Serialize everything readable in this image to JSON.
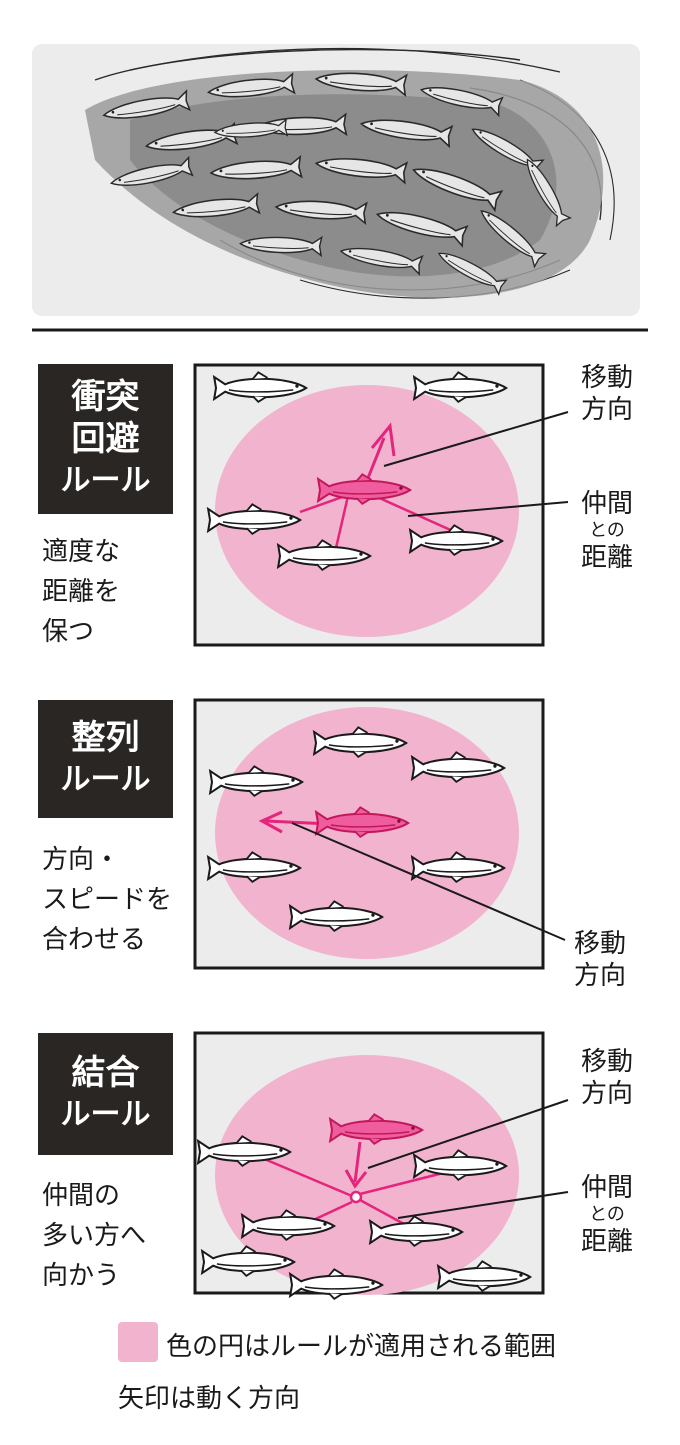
{
  "rules": [
    {
      "title_lines": [
        "衝突",
        "回避",
        "ルール"
      ],
      "caption_lines": [
        "適度な",
        "距離を",
        "保つ"
      ],
      "annotations": {
        "move_direction": [
          "移動",
          "方向"
        ],
        "distance_main": "仲間",
        "distance_small": "との",
        "distance_last": "距離"
      }
    },
    {
      "title_lines": [
        "整列",
        "ルール"
      ],
      "caption_lines": [
        "方向・",
        "スピードを",
        "合わせる"
      ],
      "annotations": {
        "move_direction": [
          "移動",
          "方向"
        ]
      }
    },
    {
      "title_lines": [
        "結合",
        "ルール"
      ],
      "caption_lines": [
        "仲間の",
        "多い方へ",
        "向かう"
      ],
      "annotations": {
        "move_direction": [
          "移動",
          "方向"
        ],
        "distance_main": "仲間",
        "distance_small": "との",
        "distance_last": "距離"
      }
    }
  ],
  "legend": {
    "range_text": "色の円はルールが適用される範囲",
    "arrow_text": "矢印は動く方向"
  },
  "colors": {
    "pink_zone": "#f2b3cf",
    "magenta": "#e5247c",
    "panel_bg": "#ececec",
    "label_bg": "#2a2624"
  }
}
